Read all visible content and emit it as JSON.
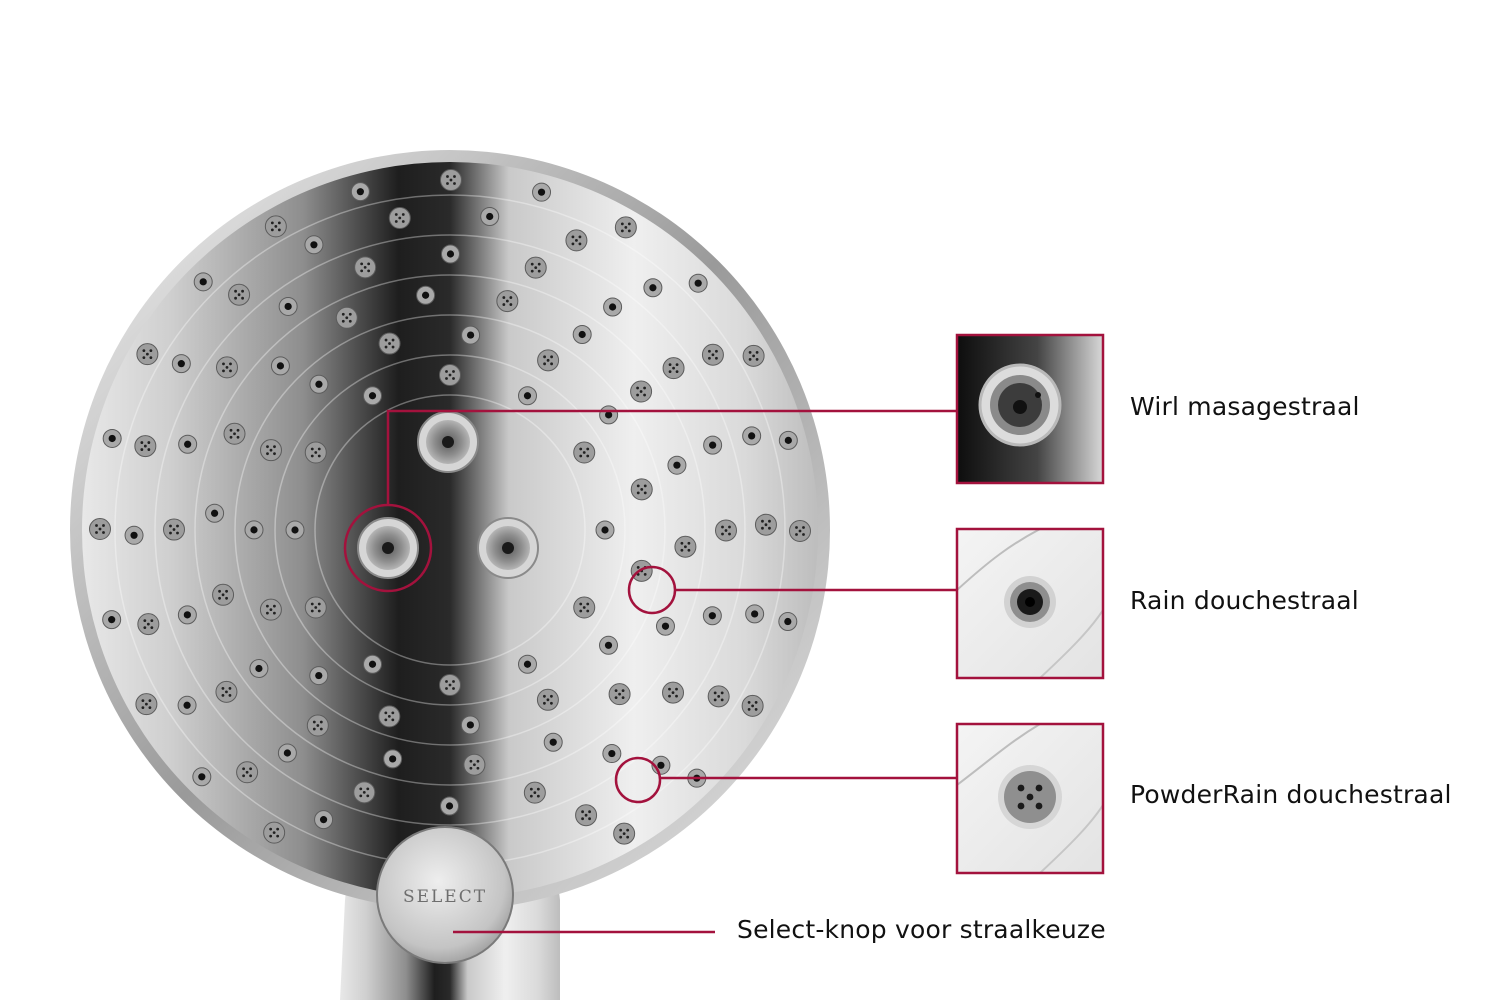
{
  "button_text": "SELECT",
  "callouts": {
    "wirl": "Wirl masagestraal",
    "rain": "Rain douchestraal",
    "powderrain": "PowderRain douchestraal",
    "select": "Select-knop voor straalkeuze"
  },
  "colors": {
    "accent": "#a3123d",
    "chrome_dark": "#1c1c1c",
    "chrome_light": "#f0f0f0",
    "text": "#111111"
  }
}
